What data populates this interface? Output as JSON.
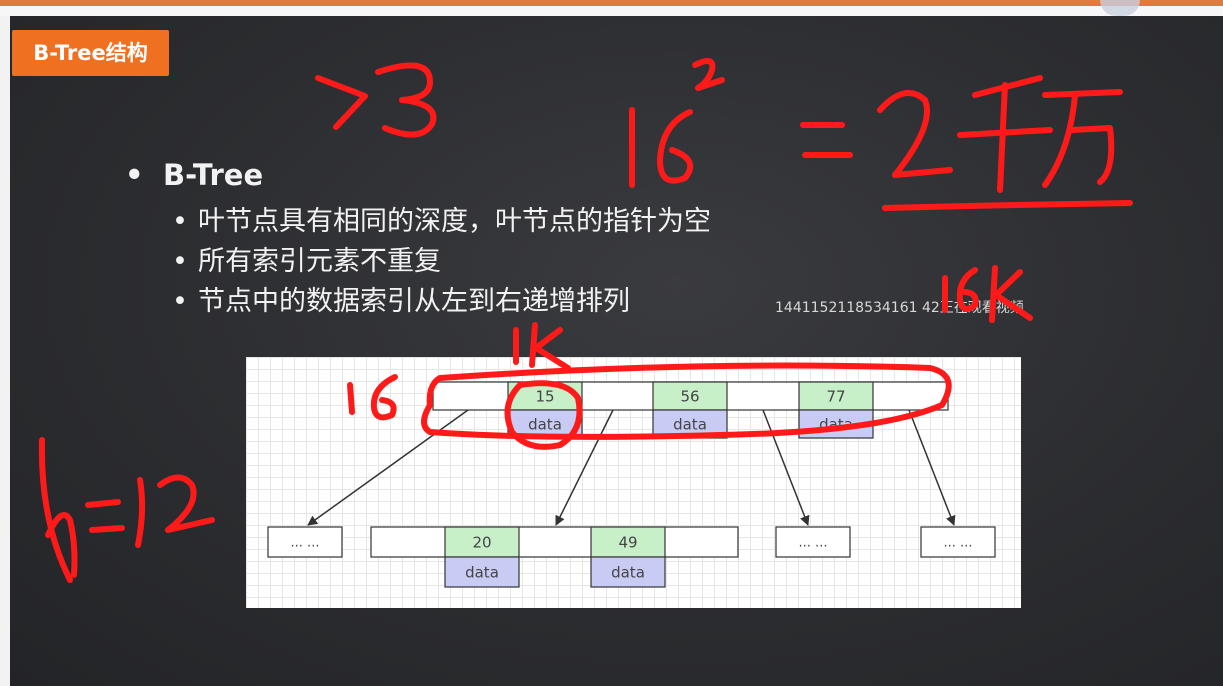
{
  "slide": {
    "title": "B-Tree结构",
    "bullet_main": "B-Tree",
    "sub_bullets": [
      "叶节点具有相同的深度，叶节点的指针为空",
      "所有索引元素不重复",
      "节点中的数据索引从左到右递增排列"
    ],
    "viewer_note": "1441152118534161 42正在观看视频",
    "bullet_glyph": "•"
  },
  "diagram": {
    "root": {
      "keys": [
        "15",
        "56",
        "77"
      ],
      "data_label": "data"
    },
    "children": {
      "placeholder": "... ...",
      "middle_keys": [
        "20",
        "49"
      ],
      "data_label": "data"
    },
    "colors": {
      "key_fill": "#c8f0c8",
      "data_fill": "#c8cbf4",
      "stroke": "#333333",
      "arrow": "#333333"
    }
  },
  "annotations": {
    "ink_color": "#ff1a1a",
    "texts": [
      ">3",
      "16",
      "=2千万",
      "16K",
      "1K",
      "16",
      "h=12"
    ]
  }
}
